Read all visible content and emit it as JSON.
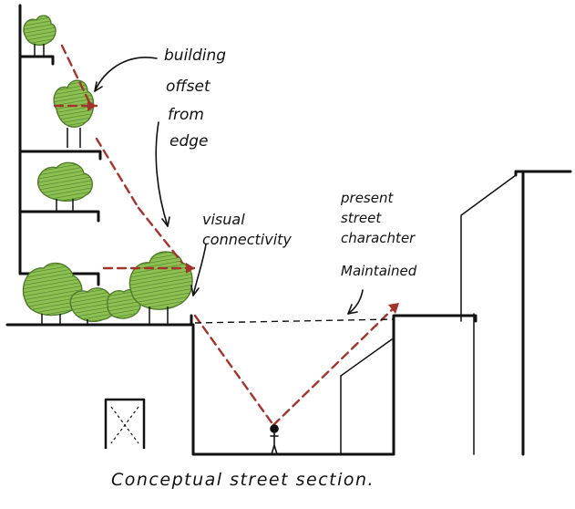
{
  "labels": {
    "building_offset": [
      "building",
      "offset",
      "from",
      "edge"
    ],
    "visual_connectivity": [
      "visual",
      "connectivity"
    ],
    "street_character": [
      "present",
      "street",
      "charachter",
      "Maintained"
    ],
    "caption": "Conceptual street section."
  },
  "colors": {
    "ink": "#111111",
    "sight_line": "#a3342c",
    "tree_fill": "#8cc152",
    "tree_hatch": "#4e7a2a"
  }
}
